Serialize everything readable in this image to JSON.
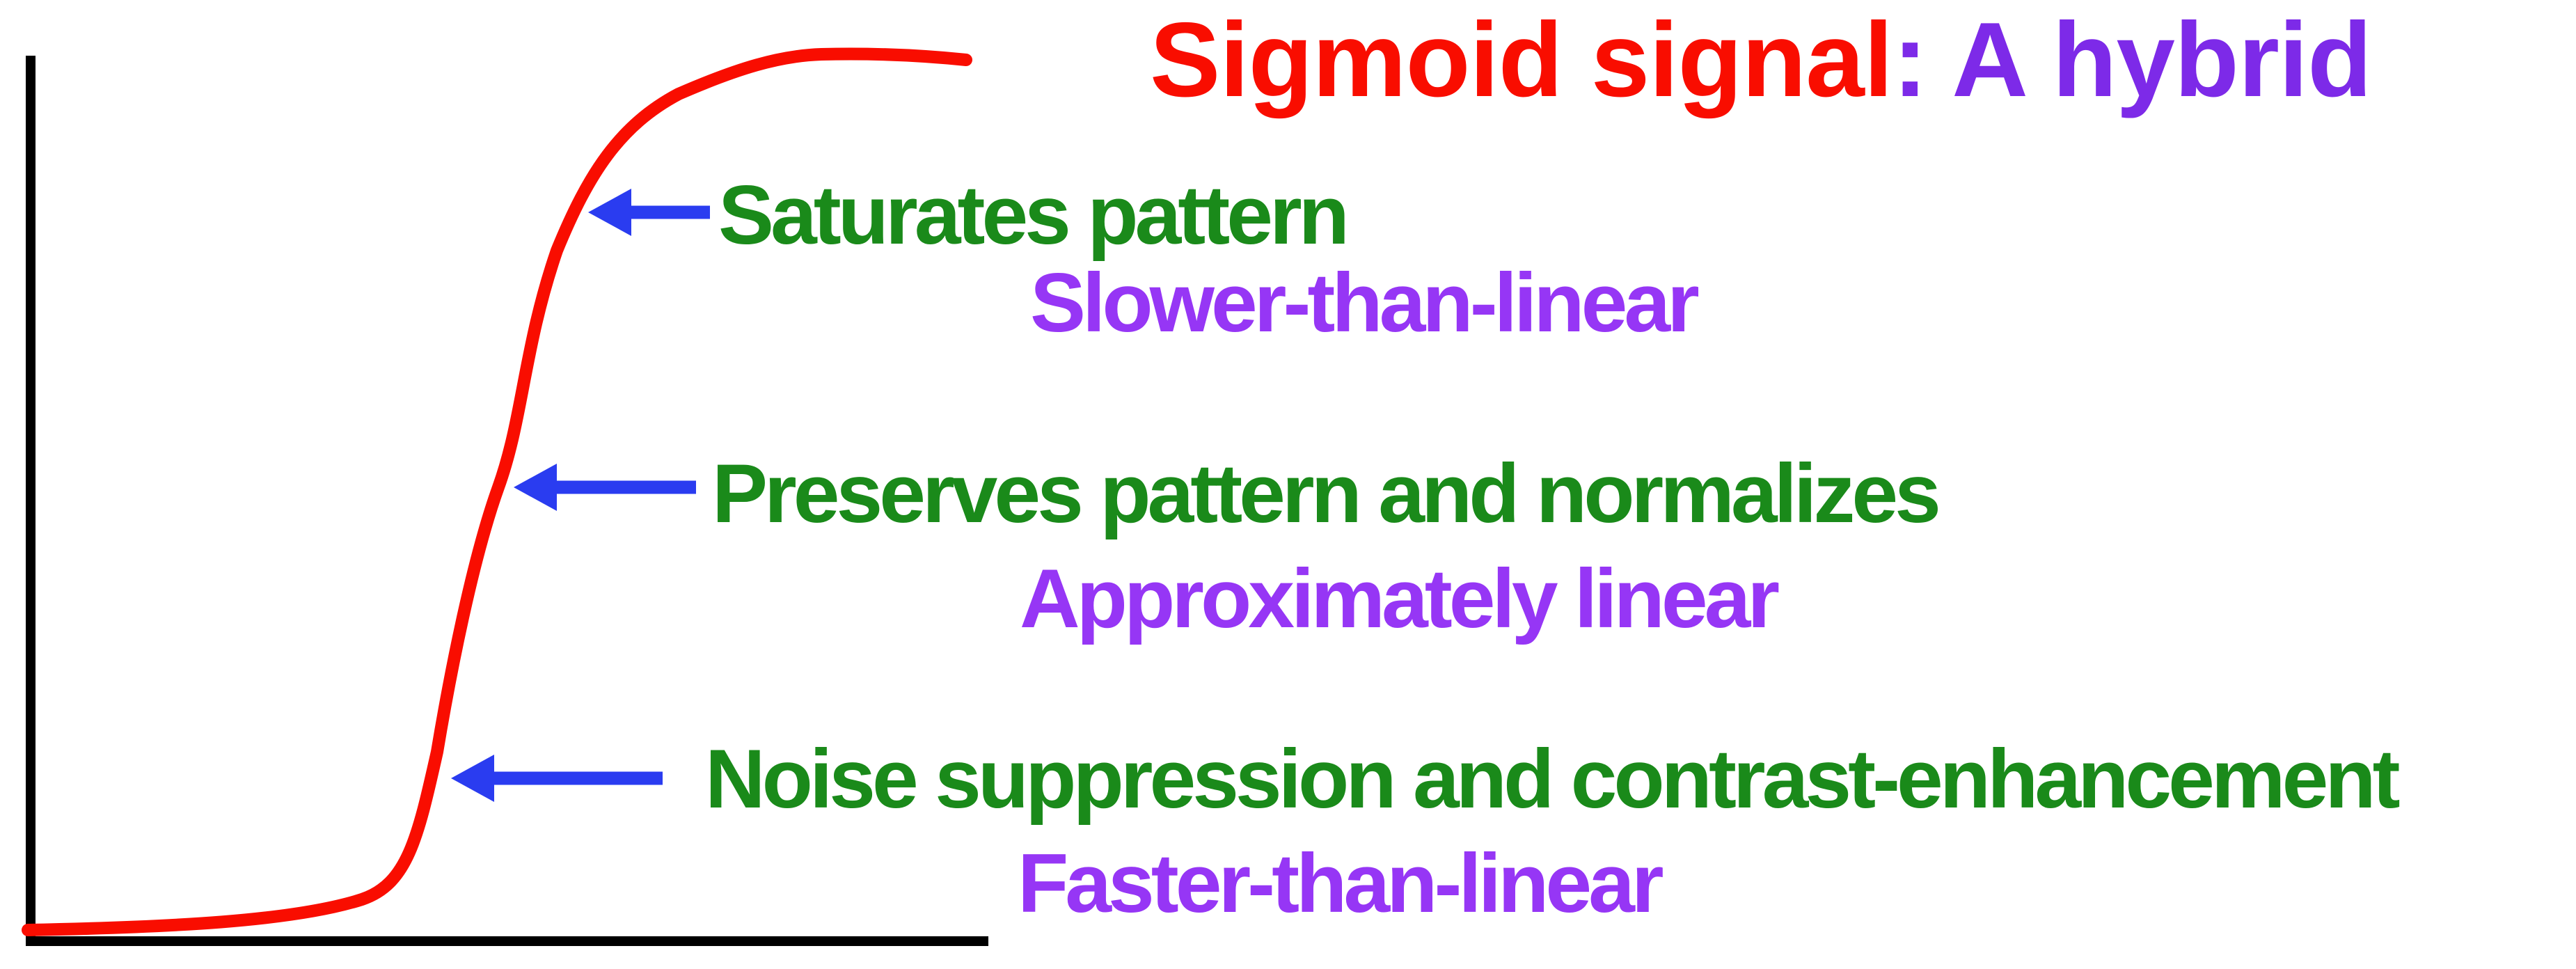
{
  "title": {
    "main": "Sigmoid signal",
    "accent": ": A hybrid"
  },
  "annotations": [
    {
      "label": "Saturates pattern",
      "sublabel": "Slower-than-linear"
    },
    {
      "label": "Preserves pattern and normalizes",
      "sublabel": "Approximately linear"
    },
    {
      "label": "Noise suppression and contrast-enhancement",
      "sublabel": "Faster-than-linear"
    }
  ],
  "curve": {
    "type": "sigmoid",
    "description": "Red S-shaped transfer curve: flat low tail near the x-axis, steep nearly-vertical middle section, flat high plateau at top",
    "regions_bottom_to_top": [
      "Faster-than-linear",
      "Approximately linear",
      "Slower-than-linear"
    ]
  },
  "axes": {
    "style": "plain black L-shaped axes, no ticks, no tick labels"
  },
  "icons": {
    "arrow_left": "left-pointing blue arrow linking each label to a point on the curve"
  },
  "colors": {
    "red": "#f90d00",
    "green": "#1a8a1a",
    "purple_title": "#7d2ae8",
    "purple_label": "#9636f5",
    "blue": "#2a3cf0",
    "axis": "#000000",
    "bg": "#ffffff"
  }
}
